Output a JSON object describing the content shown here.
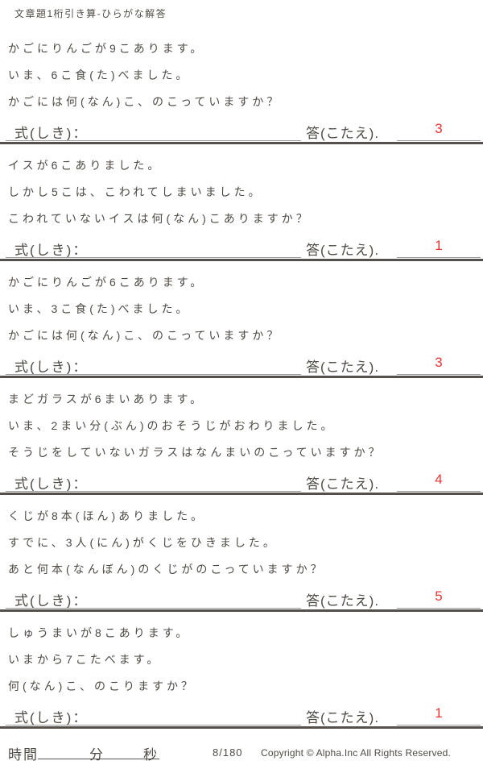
{
  "header": {
    "title": "文章題1桁引き算-ひらがな解答"
  },
  "labels": {
    "expression": "式(しき)：",
    "answer": "答(こたえ)."
  },
  "problems": [
    {
      "lines": [
        "かごにりんごが9こあります。",
        "いま、6こ食(た)べました。",
        "かごには何(なん)こ、のこっていますか？"
      ],
      "answer": "3"
    },
    {
      "lines": [
        "イスが6こありました。",
        "しかし5こは、こわれてしまいました。",
        "こわれていないイスは何(なん)こありますか？"
      ],
      "answer": "1"
    },
    {
      "lines": [
        "かごにりんごが6こあります。",
        "いま、3こ食(た)べました。",
        "かごには何(なん)こ、のこっていますか？"
      ],
      "answer": "3"
    },
    {
      "lines": [
        "まどガラスが6まいあります。",
        "いま、2まい分(ぶん)のおそうじがおわりました。",
        "そうじをしていないガラスはなんまいのこっていますか？"
      ],
      "answer": "4"
    },
    {
      "lines": [
        "くじが8本(ほん)ありました。",
        "すでに、3人(にん)がくじをひきました。",
        "あと何本(なんぼん)のくじがのこっていますか？"
      ],
      "answer": "5"
    },
    {
      "lines": [
        "しゅうまいが8こあります。",
        "いまから7こたべます。",
        "何(なん)こ、のこりますか？"
      ],
      "answer": "1"
    }
  ],
  "footer": {
    "time_label": "時間",
    "minutes_label": "分",
    "seconds_label": "秒",
    "page": "8/180",
    "copyright": "Copyright ©  Alpha.Inc All Rights Reserved."
  },
  "colors": {
    "text": "#4f4a43",
    "answer_red": "#ee3333",
    "thin_line": "#9a9a9a",
    "separator": "#57504a"
  }
}
